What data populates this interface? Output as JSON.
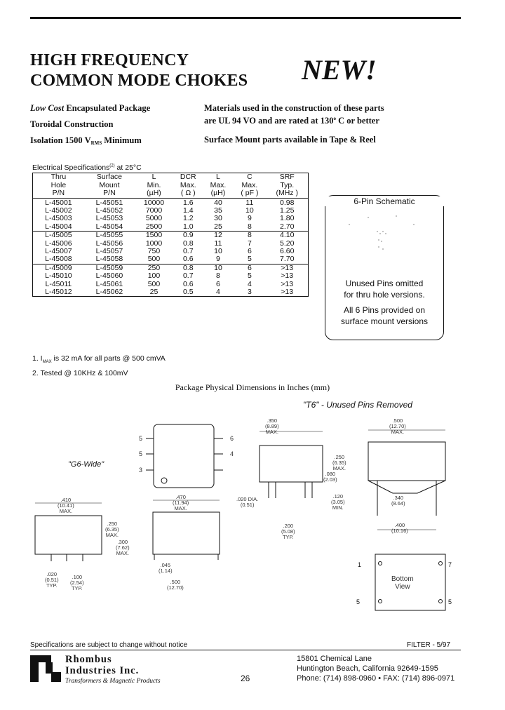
{
  "header": {
    "title_line1": "HIGH FREQUENCY",
    "title_line2": "COMMON MODE CHOKES",
    "new_tag": "NEW!"
  },
  "features_left": {
    "line1_italic": "Low Cost",
    "line1_rest": " Encapsulated Package",
    "line2": "Toroidal Construction",
    "line3_a": "Isolation 1500 V",
    "line3_sub": "RMS",
    "line3_b": " Minimum"
  },
  "features_right": {
    "line1": "Materials used in the construction of these parts",
    "line2_a": "are UL 94 VO and are rated at 130",
    "line2_sup": "o",
    "line2_b": " C or better",
    "line3": "Surface Mount parts available in Tape & Reel"
  },
  "spec_table": {
    "caption_a": "Electrical Specifications",
    "caption_sup": "(2)",
    "caption_b": " at 25°C",
    "headers": [
      [
        "Thru",
        "Hole",
        "P/N"
      ],
      [
        "Surface",
        "Mount",
        "P/N"
      ],
      [
        "L",
        "Min.",
        "(µH)"
      ],
      [
        "DCR",
        "Max.",
        "( Ω )"
      ],
      [
        "L",
        "Max.",
        "(µH)"
      ],
      [
        "C",
        "Max.",
        "( pF )"
      ],
      [
        "SRF",
        "Typ.",
        "(MHz )"
      ]
    ],
    "rows": [
      [
        "L-45001",
        "L-45051",
        "10000",
        "1.6",
        "40",
        "11",
        "0.98"
      ],
      [
        "L-45002",
        "L-45052",
        "7000",
        "1.4",
        "35",
        "10",
        "1.25"
      ],
      [
        "L-45003",
        "L-45053",
        "5000",
        "1.2",
        "30",
        "9",
        "1.80"
      ],
      [
        "L-45004",
        "L-45054",
        "2500",
        "1.0",
        "25",
        "8",
        "2.70"
      ],
      [
        "L-45005",
        "L-45055",
        "1500",
        "0.9",
        "12",
        "8",
        "4.10"
      ],
      [
        "L-45006",
        "L-45056",
        "1000",
        "0.8",
        "11",
        "7",
        "5.20"
      ],
      [
        "L-45007",
        "L-45057",
        "750",
        "0.7",
        "10",
        "6",
        "6.60"
      ],
      [
        "L-45008",
        "L-45058",
        "500",
        "0.6",
        "9",
        "5",
        "7.70"
      ],
      [
        "L-45009",
        "L-45059",
        "250",
        "0.8",
        "10",
        "6",
        ">13"
      ],
      [
        "L-45010",
        "L-45060",
        "100",
        "0.7",
        "8",
        "5",
        ">13"
      ],
      [
        "L-45011",
        "L-45061",
        "500",
        "0.6",
        "6",
        "4",
        ">13"
      ],
      [
        "L-45012",
        "L-45062",
        "25",
        "0.5",
        "4",
        "3",
        ">13"
      ]
    ]
  },
  "notes": {
    "note1_a": "1.  I",
    "note1_sub": "MAX",
    "note1_b": " is 32 mA for all parts @ 500 cmVA",
    "note2": "2.  Tested @ 10KHz & 100mV"
  },
  "schematic": {
    "title": "6-Pin Schematic",
    "text1_line1": "Unused Pins omitted",
    "text1_line2": "for thru hole versions.",
    "text2_line1": "All 6 Pins provided on",
    "text2_line2": "surface mount versions"
  },
  "package": {
    "title": "Package Physical Dimensions in Inches (mm)",
    "t6_label": "\"T6\"",
    "t6_rest": " - Unused Pins Removed",
    "g6_label": "\"G6-Wide\"",
    "top_view_pins": [
      "5",
      "5",
      "3",
      "6",
      "4"
    ],
    "dims": {
      "d350": ".350",
      "d350mm": "(8.89)",
      "max": "MAX.",
      "d500": ".500",
      "d500mm": "(12.70)",
      "d250": ".250",
      "d250mm": "(6.35)",
      "d080": ".080",
      "d080mm": "(2.03)",
      "d120": ".120",
      "d120mm": "(3.05)",
      "min": "MIN.",
      "d020": ".020 DIA.",
      "d020mm": "(0.51)",
      "d200": ".200",
      "d200mm": "(5.08)",
      "typ": "TYP.",
      "d340": ".340",
      "d340mm": "(8.64)",
      "d400": ".400",
      "d400mm": "(10.16)",
      "d410": ".410",
      "d410mm": "(10.41)",
      "d470": ".470",
      "d470mm": "(11.94)",
      "d300": ".300",
      "d300mm": "(7.62)",
      "d020b": ".020",
      "d020bmm": "(0.51)",
      "d100": ".100",
      "d100mm": "(2.54)",
      "d045": ".045",
      "d045mm": "(1.14)",
      "d500b": ".500",
      "d500bmm": "(12.70)"
    },
    "bottom_view": {
      "label1": "Bottom",
      "label2": "View",
      "pins": [
        "1",
        "7",
        "5",
        "5"
      ]
    }
  },
  "footer": {
    "note": "Specifications are subject to change without notice",
    "code": "FILTER - 5/97",
    "company_line1": "Rhombus",
    "company_line2": "Industries Inc.",
    "tagline": "Transformers & Magnetic Products",
    "page": "26",
    "address1": "15801 Chemical Lane",
    "address2": "Huntington Beach, California 92649-1595",
    "phone": "Phone:  (714) 898-0960  •  FAX:  (714) 896-0971"
  },
  "colors": {
    "ink": "#111111",
    "paper": "#ffffff"
  }
}
